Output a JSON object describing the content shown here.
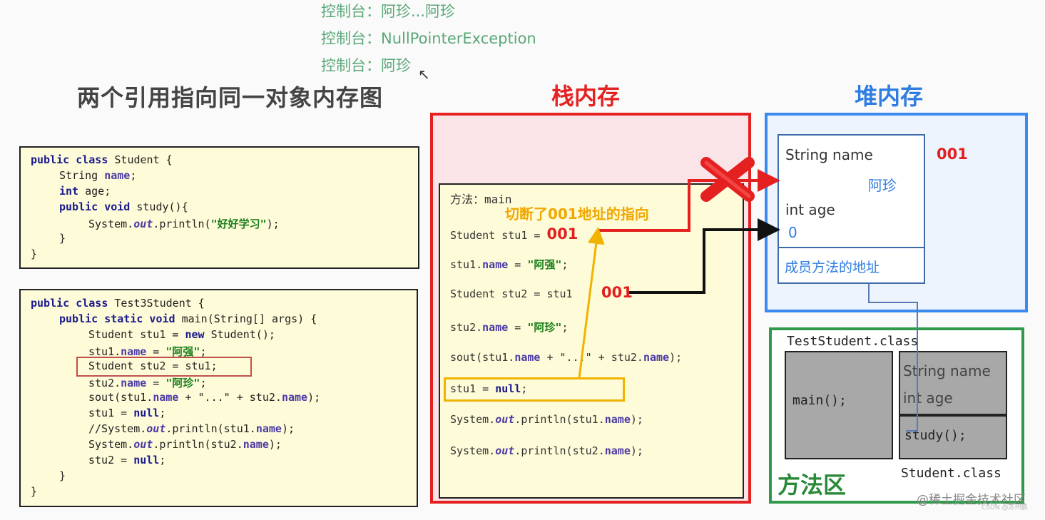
{
  "console": {
    "line1": "控制台：阿珍...阿珍",
    "line2": "控制台：NullPointerException",
    "line3": "控制台：阿珍"
  },
  "title": "两个引用指向同一对象内存图",
  "student_code": {
    "l1_kw": "public class",
    "l1_rest": " Student {",
    "l2_type": "String ",
    "l2_field": "name",
    "l2_end": ";",
    "l3_kw": "int",
    "l3_field": " age",
    "l3_end": ";",
    "l4_kw": "public void",
    "l4_rest": " study(){",
    "l5_a": "System.",
    "l5_out": "out",
    "l5_b": ".println(",
    "l5_str": "\"好好学习\"",
    "l5_c": ");",
    "l6": "}",
    "l7": "}"
  },
  "test_code": {
    "l1_kw": "public class",
    "l1_rest": " Test3Student {",
    "l2_kw": "public static void",
    "l2_rest": " main(String[] args) {",
    "l3_a": "Student stu1 = ",
    "l3_kw": "new",
    "l3_b": " Student();",
    "l4_a": "stu1.",
    "l4_field": "name",
    "l4_b": " = ",
    "l4_str": "\"阿强\"",
    "l4_c": ";",
    "l5": "Student stu2 = stu1;",
    "l6_a": "stu2.",
    "l6_field": "name",
    "l6_b": " = ",
    "l6_str": "\"阿珍\"",
    "l6_c": ";",
    "l7_a": "sout(stu1.",
    "l7_f1": "name",
    "l7_b": " + \"...\" + stu2.",
    "l7_f2": "name",
    "l7_c": ");",
    "l8_a": "stu1 = ",
    "l8_kw": "null",
    "l8_b": ";",
    "l9_a": "//System.",
    "l9_out": "out",
    "l9_b": ".println(stu1.",
    "l9_field": "name",
    "l9_c": ");",
    "l10_a": "System.",
    "l10_out": "out",
    "l10_b": ".println(stu2.",
    "l10_field": "name",
    "l10_c": ");",
    "l11_a": "stu2 = ",
    "l11_kw": "null",
    "l11_b": ";",
    "l12": "}",
    "l13": "}"
  },
  "stack": {
    "title": "栈内存",
    "frame_label": "方法：main",
    "s1": "Student stu1 = ",
    "s1_addr": "001",
    "s2_a": "stu1.",
    "s2_field": "name",
    "s2_b": " = ",
    "s2_str": "\"阿强\"",
    "s2_c": ";",
    "s3": "Student stu2 = stu1",
    "s3_addr": "001",
    "s4_a": "stu2.",
    "s4_field": "name",
    "s4_b": " = ",
    "s4_str": "\"阿珍\"",
    "s4_c": ";",
    "s5_a": "sout(stu1.",
    "s5_f1": "name",
    "s5_b": " + \"...\" + stu2.",
    "s5_f2": "name",
    "s5_c": ");",
    "s6_a": "stu1 = ",
    "s6_kw": "null",
    "s6_b": ";",
    "s7_a": "System.",
    "s7_out": "out",
    "s7_b": ".println(stu1.",
    "s7_field": "name",
    "s7_c": ");",
    "s8_a": "System.",
    "s8_out": "out",
    "s8_b": ".println(stu2.",
    "s8_field": "name",
    "s8_c": ");",
    "cut_label": "切断了001地址的指向"
  },
  "heap": {
    "title": "堆内存",
    "field1": "String name",
    "value1": "阿珍",
    "field2": "int age",
    "value2": "0",
    "method_addr": "成员方法的地址",
    "address": "001"
  },
  "method_area": {
    "title": "方法区",
    "class1": "TestStudent.class",
    "main": "main();",
    "field1": "String name",
    "field2": "int age",
    "study": "study();",
    "class2": "Student.class"
  },
  "watermark": "@稀土掘金技术社区",
  "watermark_small": "CSDN @苏州鹏",
  "colors": {
    "stack_border": "#e52020",
    "heap_border": "#3b8af0",
    "method_border": "#2e9a4a",
    "highlight": "#f0b400",
    "cross": "#e52020"
  }
}
